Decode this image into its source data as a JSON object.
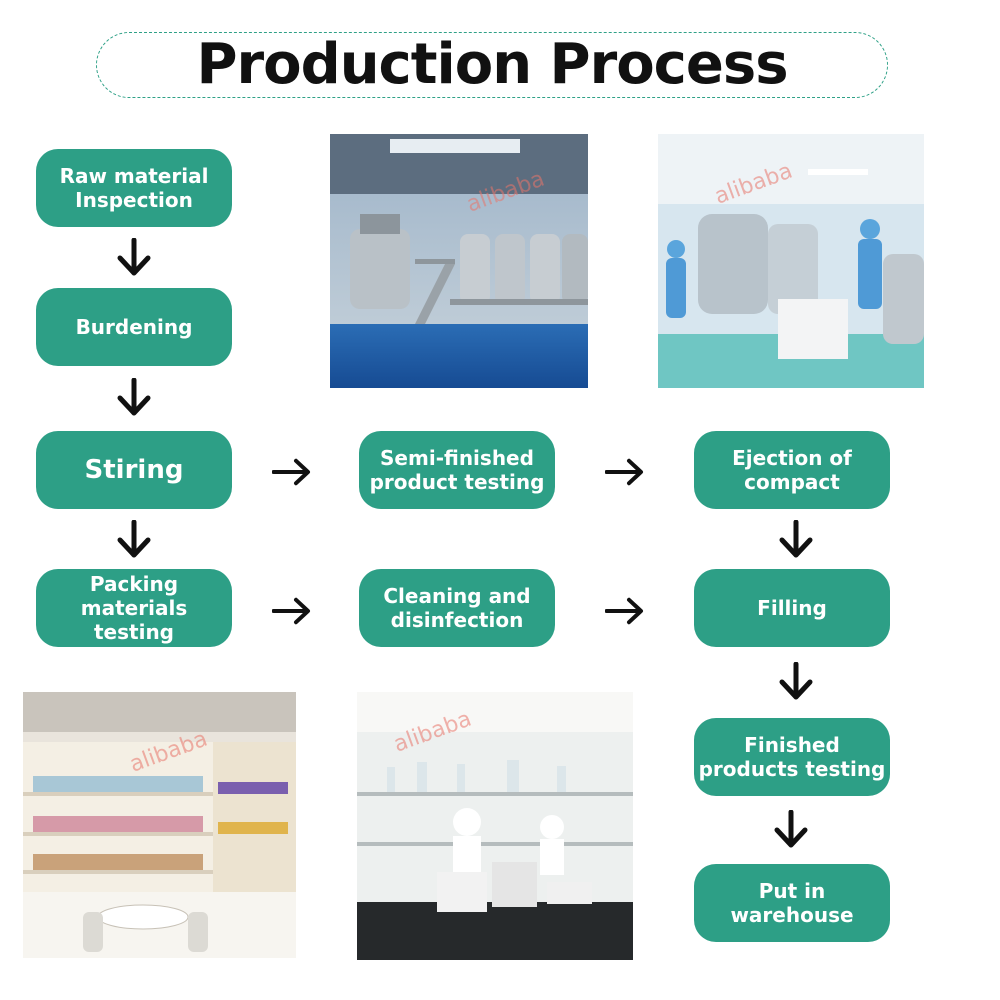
{
  "title": "Production Process",
  "steps": {
    "raw_material": "Raw material\nInspection",
    "burdening": "Burdening",
    "stiring": "Stiring",
    "packing": "Packing\nmaterials testing",
    "semi_finished": "Semi-finished\nproduct testing",
    "cleaning": "Cleaning and\ndisinfection",
    "ejection": "Ejection of\ncompact",
    "filling": "Filling",
    "finished": "Finished\nproducts testing",
    "warehouse": "Put in\nwarehouse"
  },
  "watermark": "alibaba",
  "colors": {
    "step_fill": "#2d9f86",
    "title_border": "#2fa187",
    "arrow": "#111111"
  },
  "icons": [
    "arrow-down-icon",
    "arrow-right-icon"
  ]
}
